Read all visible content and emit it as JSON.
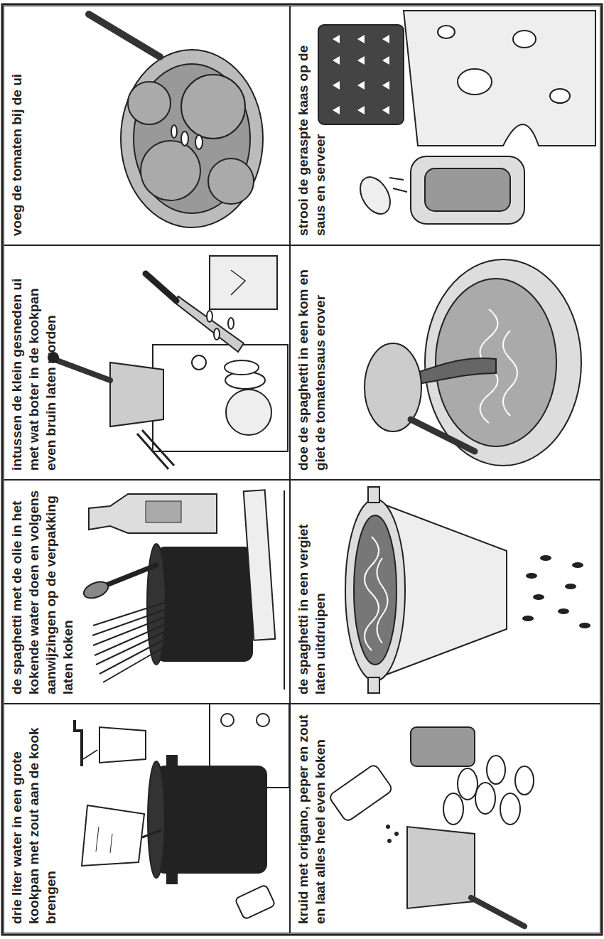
{
  "diagram": {
    "nodes": [
      {
        "text": [
          "drie liter water in een grote kookpan met zout aan de kook brengen"
        ]
      },
      {
        "text": [
          "de spaghetti met de olie in het kokende water doen en volgens aanwijzingen op de verpakking laten koken"
        ]
      },
      {
        "text": [
          "intussen de klein gesneden ui met wat boter in de kookpan even bruin laten worden"
        ]
      },
      {
        "text": [
          "voeg de tomaten bij de ui"
        ]
      },
      {
        "text": [
          "kruid met origano, peper en zout en laat alles heel even koken"
        ]
      },
      {
        "text": [
          "de spaghetti in een vergiet laten uitdruipen"
        ]
      },
      {
        "text": [
          "doe de spaghetti in een kom en giet de tomatensaus erover"
        ]
      },
      {
        "text": [
          "strooi de geraspte kaas op de saus en serveer"
        ]
      }
    ]
  }
}
